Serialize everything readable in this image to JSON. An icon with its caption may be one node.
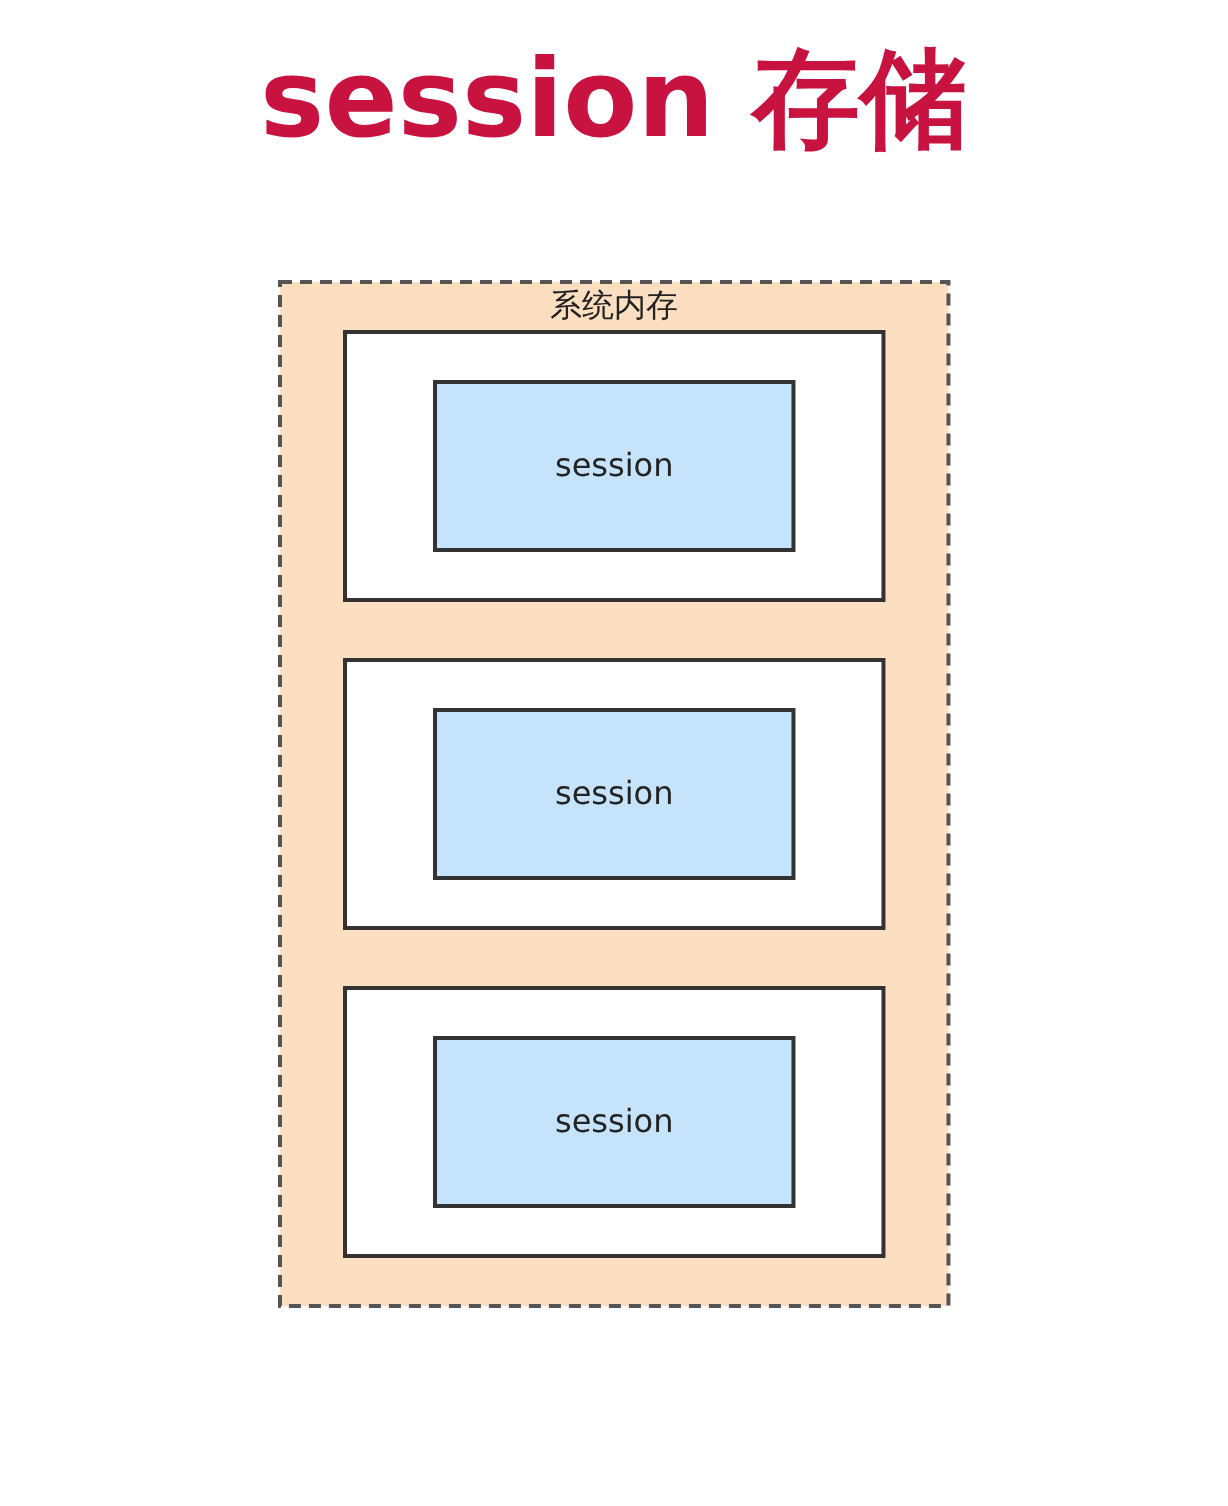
{
  "diagram": {
    "title": "session 存储",
    "nodes": [
      {
        "text": [
          "系统内存"
        ]
      },
      {
        "text": [],
        "shape": "box",
        "in": 0
      },
      {
        "text": [
          "session"
        ],
        "in": 1
      },
      {
        "text": [],
        "shape": "box",
        "in": 0
      },
      {
        "text": [
          "session"
        ],
        "in": 3
      },
      {
        "text": [],
        "shape": "box",
        "in": 0
      },
      {
        "text": [
          "session"
        ],
        "in": 5
      }
    ],
    "edges": []
  }
}
